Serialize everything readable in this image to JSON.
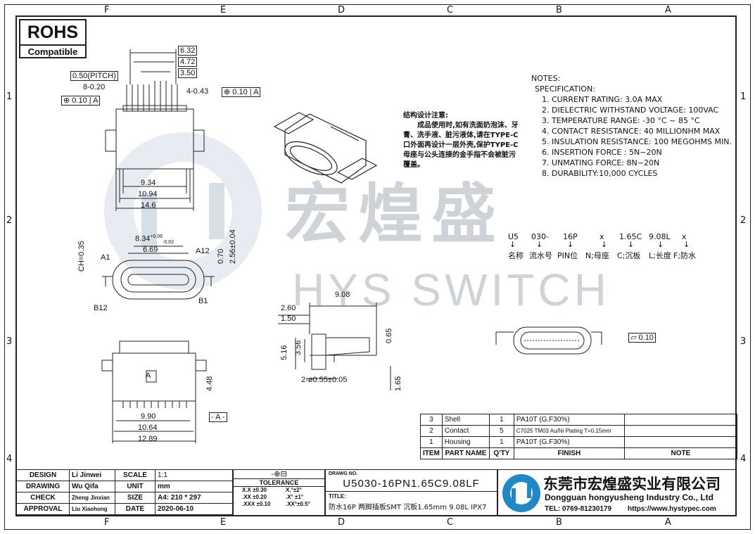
{
  "zones_top": [
    "F",
    "E",
    "D",
    "C",
    "B",
    "A"
  ],
  "zones_bottom": [
    "F",
    "E",
    "D",
    "C",
    "B",
    "A"
  ],
  "rows": [
    "1",
    "2",
    "3",
    "4"
  ],
  "rohs": {
    "title": "ROHS",
    "subtitle": "Compatible"
  },
  "watermark": {
    "cn": "宏煌盛",
    "en": "HYS SWITCH"
  },
  "top_view": {
    "dims": [
      "6.32",
      "4.72",
      "3.50",
      "0.50(PITCH)",
      "8-0.20",
      "4-0.43",
      "0.10",
      "A",
      "0.10",
      "A",
      "9.34",
      "10.94",
      "14.6"
    ]
  },
  "front_view": {
    "dims": [
      "8.34",
      "+0.06",
      "-0.02",
      "6.69",
      "CH=0.35",
      "2.56±0.04",
      "0.70",
      "A1",
      "A12",
      "B12",
      "B1"
    ]
  },
  "bottom_view": {
    "dims": [
      "A",
      "4.48",
      "9.90",
      "10.64",
      "12.89",
      "A"
    ]
  },
  "side_view": {
    "dims": [
      "9.08",
      "2.60",
      "1.50",
      "5.16",
      "3.56",
      "0.65",
      "2-ø0.55±0.05",
      "1.65"
    ]
  },
  "flatness": {
    "value": "0.10"
  },
  "design_note": {
    "title": "结构设计注意:",
    "body": "成品使用时,如有洗面奶泡沫、牙膏、洗手液、脏污液体,请在TYPE-C口外面再设计一层外壳,保护TYPE-C母座与公头连接的金手指不会被脏污覆盖。"
  },
  "notes": {
    "title": "NOTES:",
    "spec_title": "SPECIFICATION:",
    "items": [
      "1. CURRENT RATING: 3.0A MAX",
      "2. DIELECTRIC WITHSTAND VOLTAGE: 100VAC",
      "3. TEMPERATURE RANGE: -30 °C ~ 85 °C",
      "4. CONTACT RESISTANCE: 40 MILLIONHM MAX",
      "5. INSULATION RESISTANCE: 100 MEGOHMS MIN.",
      "6. INSERTION FORCE : 5N~20N",
      "7. UNMATING FORCE: 8N~20N",
      "8. DURABILITY:10,000 CYCLES"
    ]
  },
  "part_code": {
    "codes": [
      "U5",
      "030-",
      "16P",
      "x",
      "1.65C",
      "9.08L",
      "x"
    ],
    "labels": [
      "名称",
      "流水号",
      "PIN位",
      "N;母座",
      "C;沉板",
      "L;长度",
      "F;防水"
    ]
  },
  "bom": {
    "header": [
      "ITEM",
      "PART NAME",
      "Q'TY",
      "FINISH",
      "NOTE"
    ],
    "rows": [
      {
        "item": "3",
        "part": "Shell",
        "qty": "1",
        "finish": "PA10T (G.F30%)",
        "note": ""
      },
      {
        "item": "2",
        "part": "Contact",
        "qty": "5",
        "finish": "C7025 TM03 Au/Ni Plating T=0.15mm",
        "note": ""
      },
      {
        "item": "1",
        "part": "Housing",
        "qty": "1",
        "finish": "PA10T (G.F30%)",
        "note": ""
      }
    ]
  },
  "title_block": {
    "design": "DESIGN",
    "design_name": "Li Jinwei",
    "drawing": "DRAWING",
    "drawing_name": "Wu Qifa",
    "check": "CHECK",
    "check_name": "Zheng Jinxian",
    "approval": "APPROVAL",
    "approval_name": "Liu Xiaohong",
    "scale_label": "SCALE",
    "scale": "1:1",
    "unit_label": "UNIT",
    "unit": "mm",
    "size_label": "SIZE",
    "size": "A4: 210 * 297",
    "date_label": "DATE",
    "date": "2020-06-10",
    "tolerance": "TOLERANCE",
    "tol_rows": [
      [
        "X.X ±0.30",
        "X.°±2°"
      ],
      [
        ".XX ±0.20",
        ".X° ±1°"
      ],
      [
        ".XXX ±0.10",
        ".XX°±0.5°"
      ]
    ],
    "drawg_no_label": "DRAWG NO.",
    "drawg_no": "U5030-16PN1.65C9.08LF",
    "title_label": "TITLE:",
    "title": "防水16P 两脚插板SMT 沉板1.65mm 9.08L IPX7",
    "company_cn": "东莞市宏煌盛实业有限公司",
    "company_en": "Dongguan hongyusheng Industry Co., Ltd",
    "tel": "TEL: 0769-81230179",
    "web": "https://www.hystypec.com"
  },
  "colors": {
    "line": "#222222",
    "watermark": "#cfd3d8",
    "logo": "#1e88c9"
  }
}
